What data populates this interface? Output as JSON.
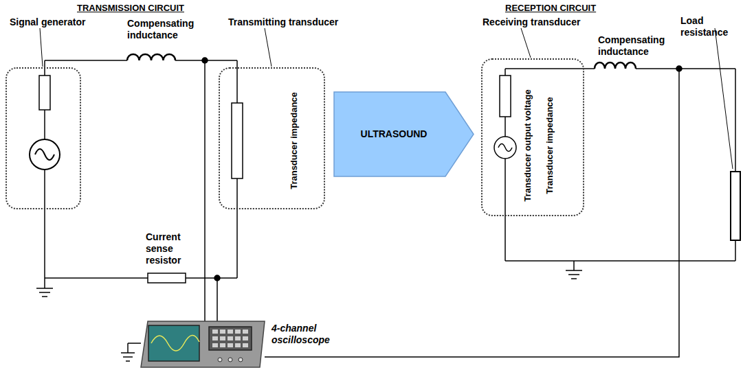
{
  "diagram": {
    "nodes": [
      {
        "text": [
          "Signal generator"
        ]
      },
      {
        "text": [
          "Transmitting transducer",
          "Transducer impedance"
        ]
      },
      {
        "text": [
          "ULTRASOUND"
        ]
      },
      {
        "text": [
          "Receiving transducer",
          "Transducer output voltage",
          "Transducer impedance"
        ]
      }
    ],
    "labels": [
      "TRANSMISSION CIRCUIT",
      "RECEPTION CIRCUIT",
      "Compensating inductance",
      "Current sense resistor",
      "4-channel oscilloscope",
      "Compensating inductance",
      "Load resistance"
    ]
  }
}
